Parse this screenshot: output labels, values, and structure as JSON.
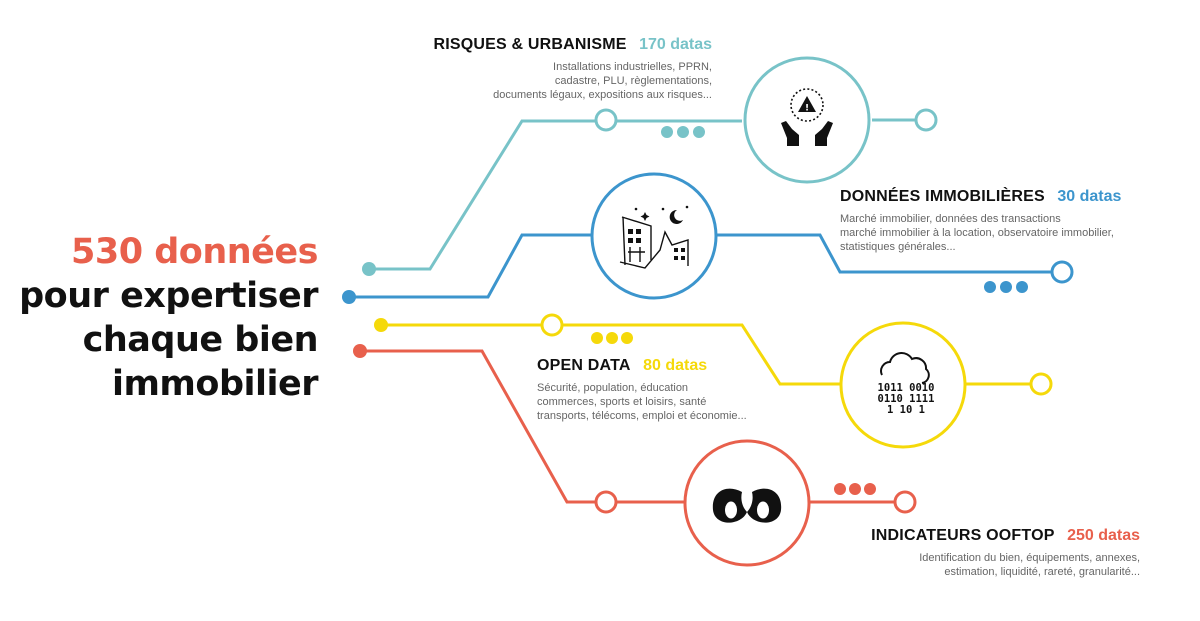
{
  "headline": {
    "accent": "530 données",
    "lines": [
      "pour expertiser",
      "chaque bien",
      "immobilier"
    ]
  },
  "colors": {
    "teal": "#78c3c8",
    "blue": "#3c95cd",
    "yellow": "#f5d90a",
    "red": "#e8604c",
    "text": "#111111",
    "muted": "#666666"
  },
  "sections": [
    {
      "id": "risques",
      "title": "RISQUES & URBANISME",
      "count": "170 datas",
      "color": "teal",
      "icon": "hands-warning-icon",
      "desc": [
        "Installations industrielles, PPRN,",
        "cadastre, PLU, règlementations,",
        "documents légaux, expositions aux risques..."
      ]
    },
    {
      "id": "immobilier",
      "title": "DONNÉES IMMOBILIÈRES",
      "count": "30 datas",
      "color": "blue",
      "icon": "city-night-icon",
      "desc": [
        "Marché immobilier, données des transactions",
        "marché immobilier à la location, observatoire immobilier,",
        "statistiques générales..."
      ]
    },
    {
      "id": "opendata",
      "title": "OPEN DATA",
      "count": "80 datas",
      "color": "yellow",
      "icon": "binary-cloud-icon",
      "desc": [
        "Sécurité, population, éducation",
        "commerces, sports et loisirs, santé",
        "transports, télécoms, emploi et économie..."
      ],
      "binary": [
        "1011 0010",
        "0110 1111",
        "1 10 1"
      ]
    },
    {
      "id": "ooftop",
      "title": "INDICATEURS OOFTOP",
      "count": "250 datas",
      "color": "red",
      "icon": "ooftop-logo-icon",
      "desc": [
        "Identification du bien, équipements, annexes,",
        "estimation, liquidité, rareté, granularité..."
      ]
    }
  ]
}
